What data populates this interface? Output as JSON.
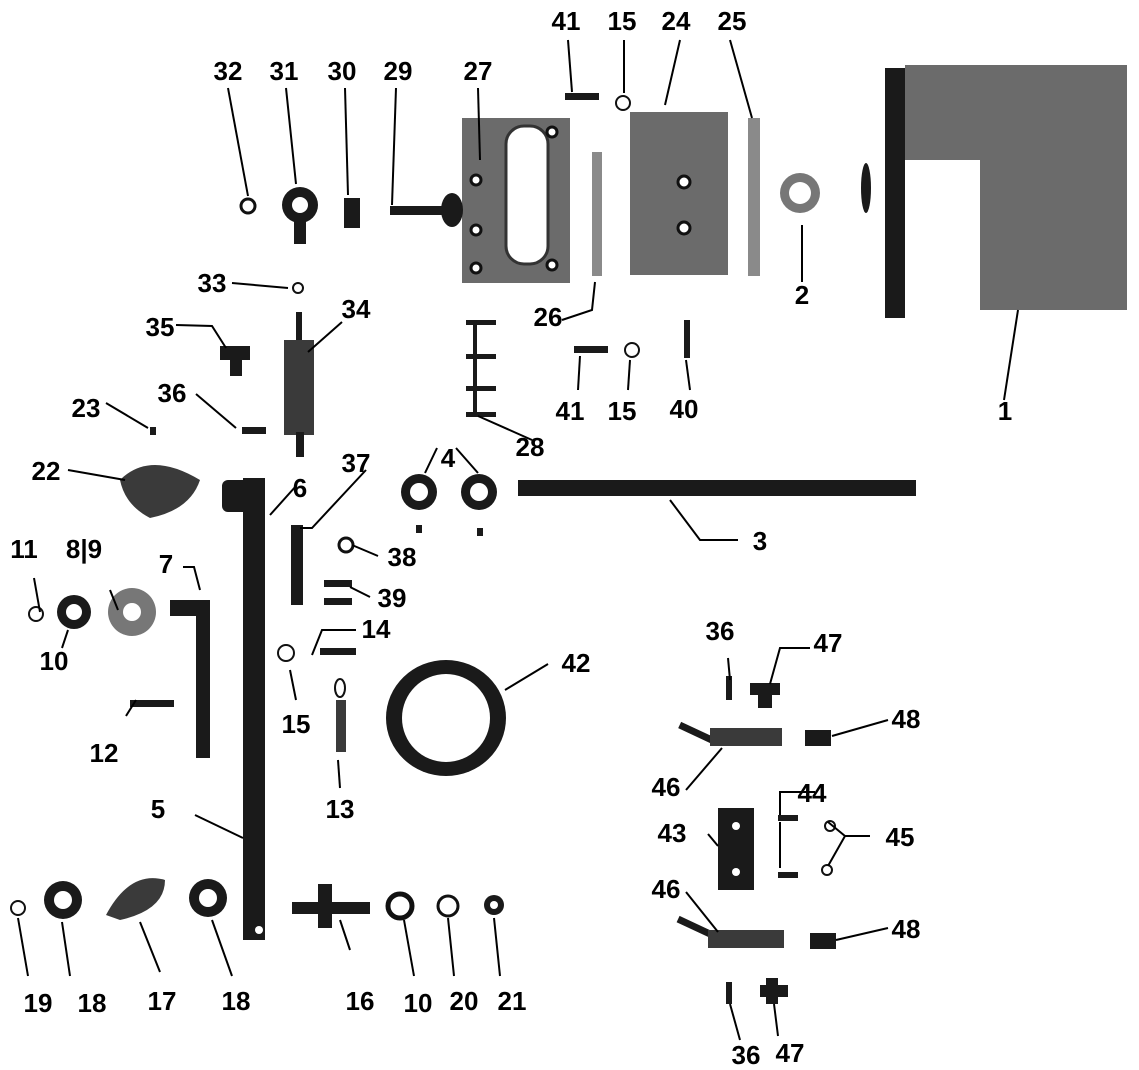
{
  "labels": {
    "p1": "1",
    "p2": "2",
    "p3": "3",
    "p4": "4",
    "p5": "5",
    "p6": "6",
    "p7": "7",
    "p89": "8|9",
    "p10a": "10",
    "p10b": "10",
    "p11": "11",
    "p12": "12",
    "p13": "13",
    "p14": "14",
    "p15a": "15",
    "p15b": "15",
    "p15c": "15",
    "p16": "16",
    "p17": "17",
    "p18a": "18",
    "p18b": "18",
    "p19": "19",
    "p20": "20",
    "p21": "21",
    "p22": "22",
    "p23": "23",
    "p24": "24",
    "p25": "25",
    "p26": "26",
    "p27": "27",
    "p28": "28",
    "p29": "29",
    "p30": "30",
    "p31": "31",
    "p32": "32",
    "p33": "33",
    "p34": "34",
    "p35": "35",
    "p36a": "36",
    "p36b": "36",
    "p36c": "36",
    "p37": "37",
    "p38": "38",
    "p39": "39",
    "p40": "40",
    "p41a": "41",
    "p41b": "41",
    "p42": "42",
    "p43": "43",
    "p44": "44",
    "p45": "45",
    "p46a": "46",
    "p46b": "46",
    "p47a": "47",
    "p47b": "47",
    "p48a": "48",
    "p48b": "48"
  }
}
